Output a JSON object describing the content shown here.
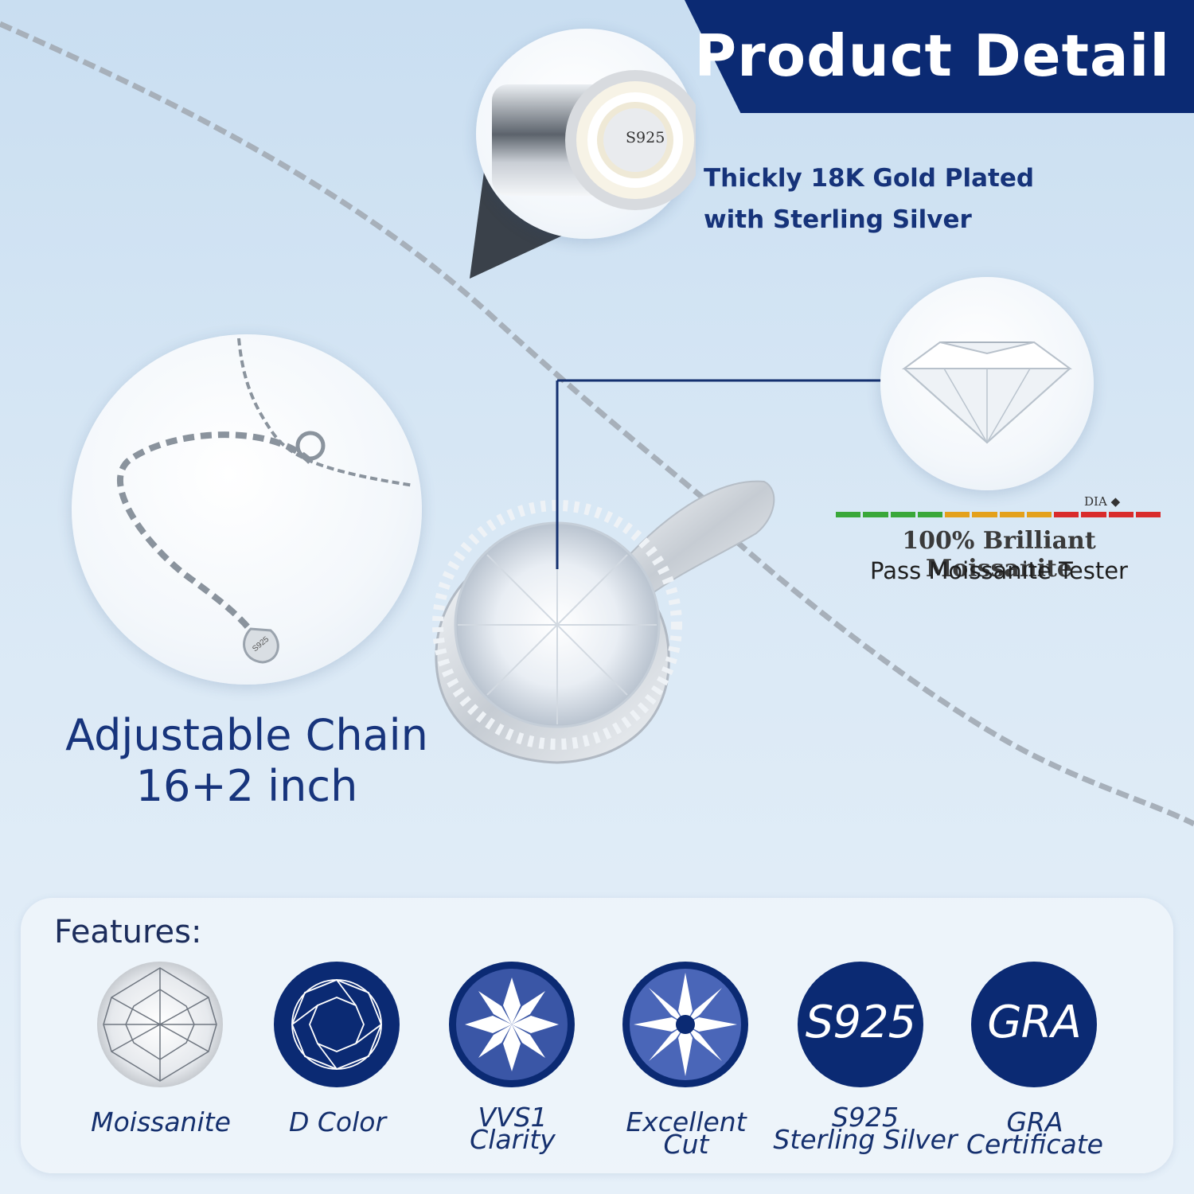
{
  "header": {
    "title": "Product Detail"
  },
  "callout_plating": {
    "stamp": "S925",
    "line1": "Thickly 18K Gold Plated",
    "line2": "with Sterling Silver"
  },
  "callout_chain": {
    "tag_stamp": "S925",
    "line1": "Adjustable Chain",
    "line2": "16+2 inch"
  },
  "callout_moissanite": {
    "dia_label": "DIA",
    "line1": "100% Brilliant Moissanite",
    "line2": "Pass Moissanite Tester",
    "tester_colors": [
      "#3aa83a",
      "#3aa83a",
      "#3aa83a",
      "#3aa83a",
      "#e4a11b",
      "#e4a11b",
      "#e4a11b",
      "#e4a11b",
      "#d92b2b",
      "#d92b2b",
      "#d92b2b",
      "#d92b2b"
    ]
  },
  "features": {
    "title": "Features:",
    "items": [
      {
        "icon": "moissanite-gem-icon",
        "label": "Moissanite"
      },
      {
        "icon": "d-color-icon",
        "label": "D Color"
      },
      {
        "icon": "vvs1-clarity-icon",
        "label_line1": "VVS1",
        "label_line2": "Clarity"
      },
      {
        "icon": "excellent-cut-icon",
        "label_line1": "Excellent",
        "label_line2": "Cut"
      },
      {
        "icon": "s925-badge-icon",
        "badge": "S925",
        "label_line1": "S925",
        "label_line2": "Sterling Silver"
      },
      {
        "icon": "gra-badge-icon",
        "badge": "GRA",
        "label_line1": "GRA",
        "label_line2": "Certificate"
      }
    ]
  },
  "colors": {
    "brand_navy": "#0b2a73",
    "text_navy": "#16337a",
    "background": "#d3e4f4"
  }
}
